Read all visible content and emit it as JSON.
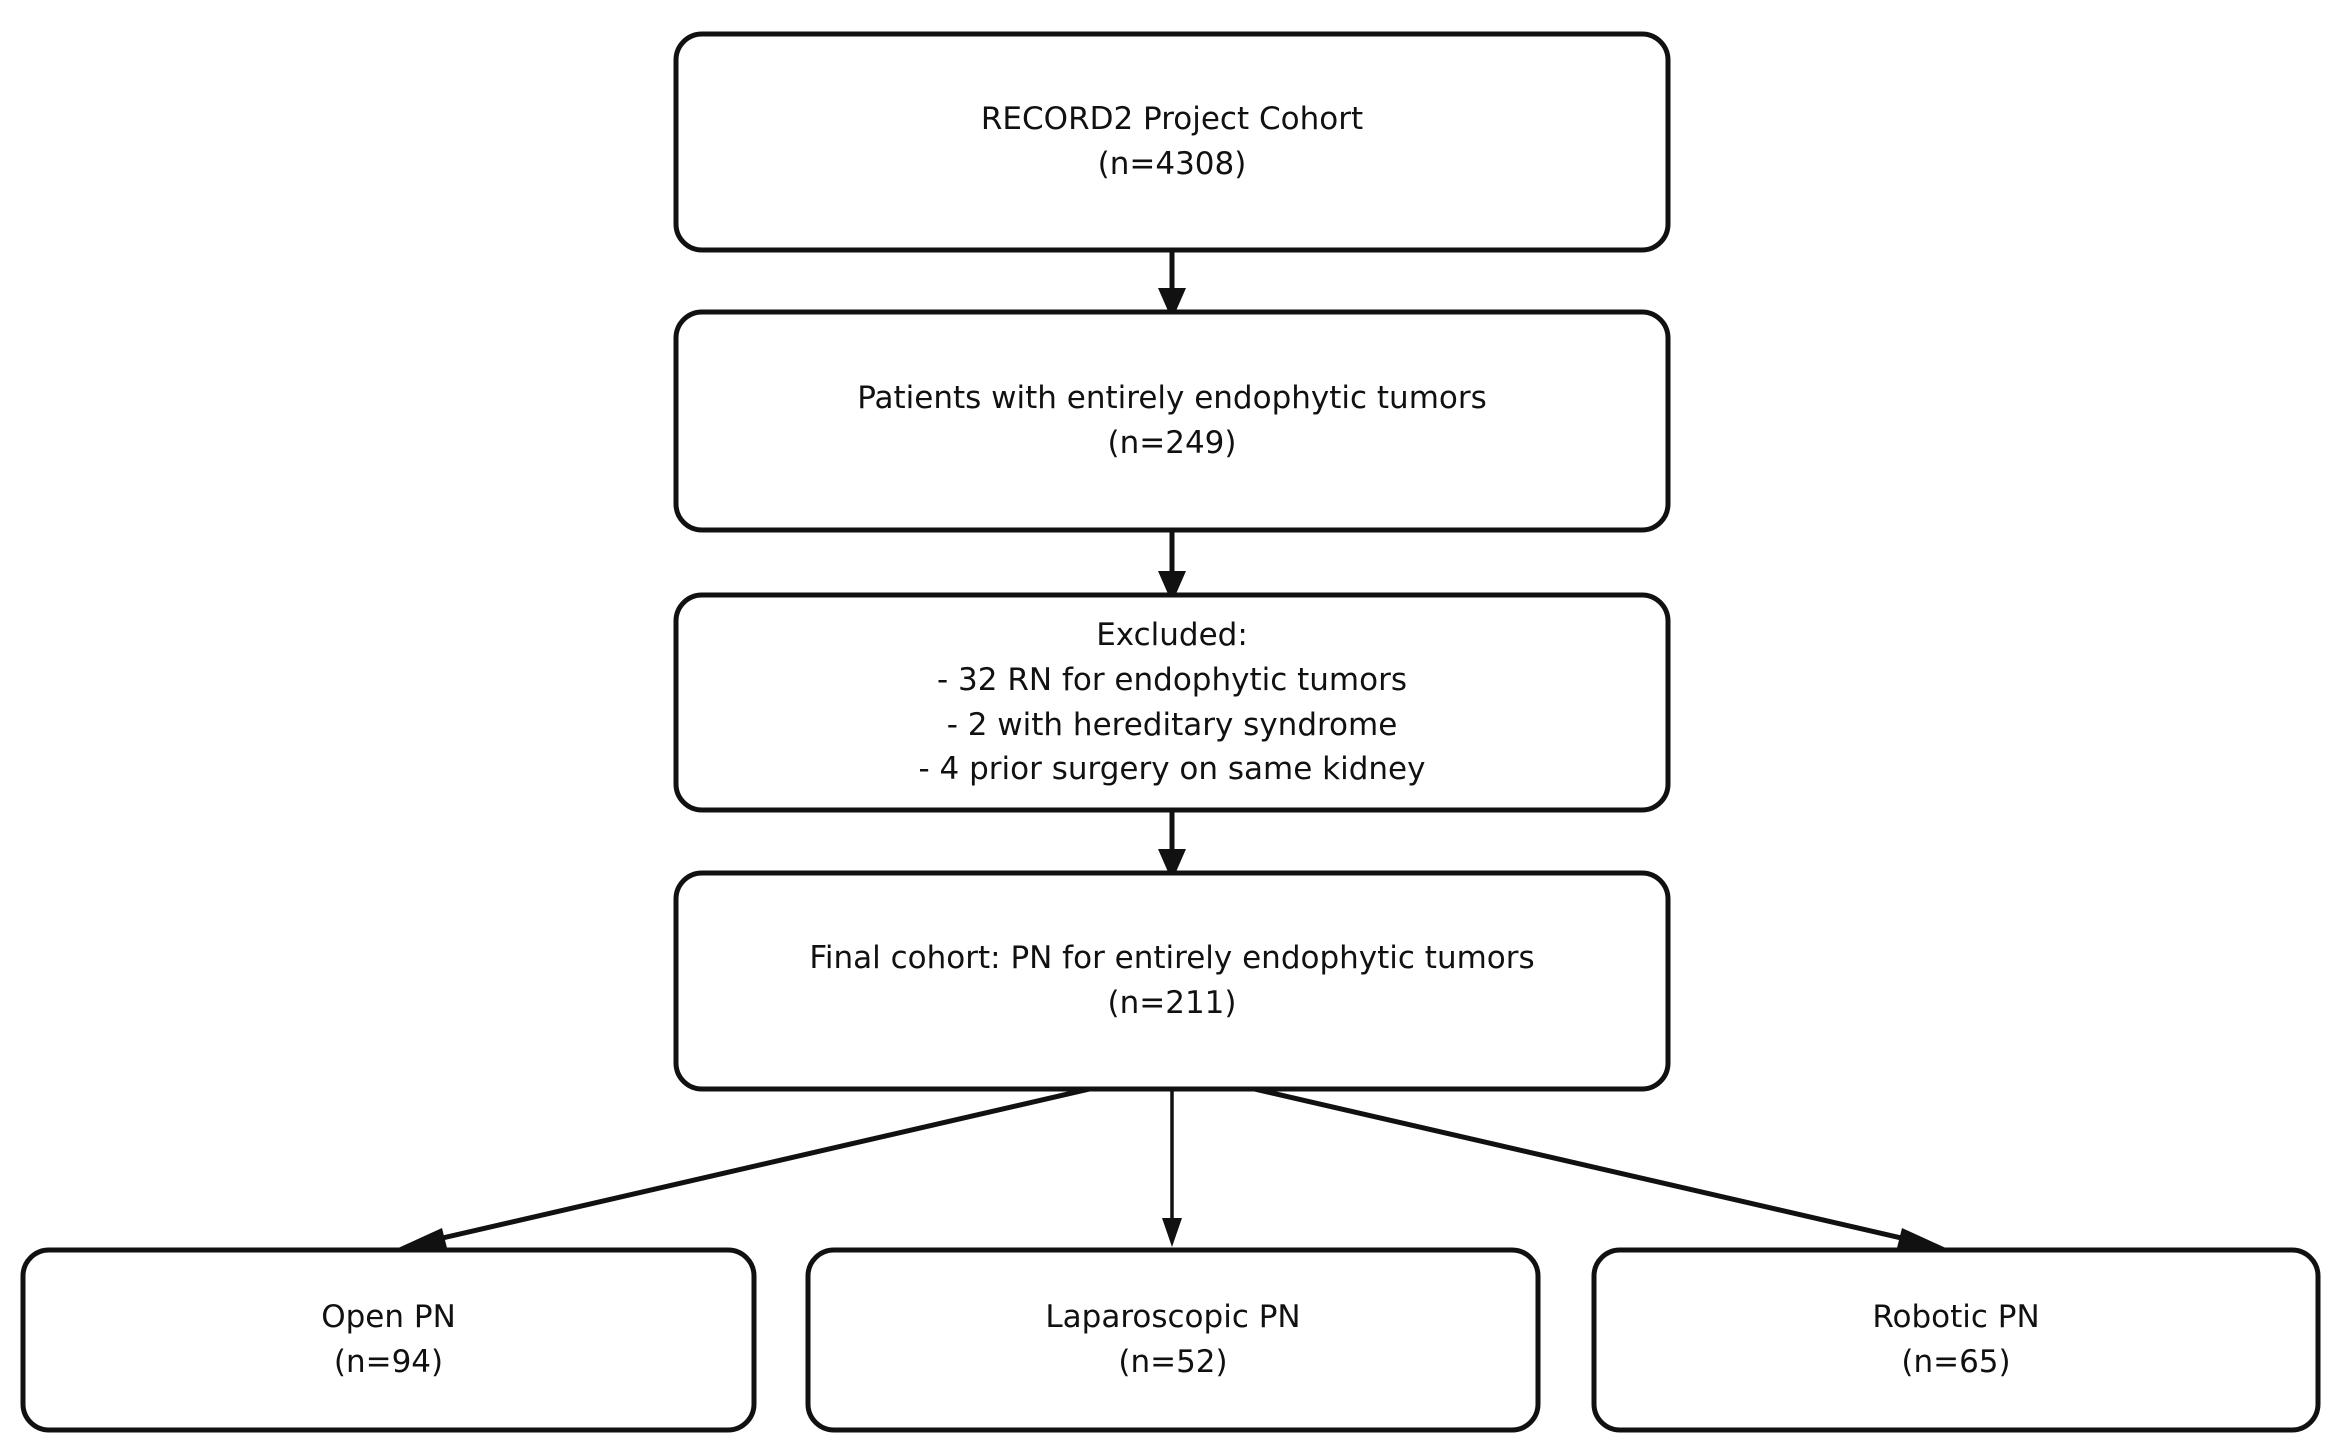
{
  "diagram": {
    "type": "study-flow-consort-diagram",
    "background_color": "#ffffff",
    "line_color": "#111111",
    "text_color": "#111111",
    "nodes": [
      {
        "id": "record2-cohort",
        "name": "record2-project-cohort-box",
        "lines": [
          "RECORD2 Project Cohort",
          "(n=4308)"
        ],
        "label": "RECORD2 Project Cohort",
        "count": "(n=4308)",
        "n": 4308
      },
      {
        "id": "endophytic-tumors",
        "name": "patients-entirely-endophytic-tumors-box",
        "lines": [
          "Patients with entirely endophytic tumors",
          "(n=249)"
        ],
        "label": "Patients with entirely endophytic tumors",
        "count": "(n=249)",
        "n": 249
      },
      {
        "id": "excluded",
        "name": "excluded-box",
        "lines": [
          "Excluded:",
          "- 32 RN for endophytic tumors",
          "- 2 with hereditary syndrome",
          "- 4 prior surgery on same kidney"
        ],
        "label": "Excluded:",
        "count": "",
        "exclusions": [
          {
            "reason": "RN for endophytic tumors",
            "n": 32,
            "text": "- 32 RN for endophytic tumors"
          },
          {
            "reason": "with hereditary syndrome",
            "n": 2,
            "text": "- 2 with hereditary syndrome"
          },
          {
            "reason": "prior surgery on same kidney",
            "n": 4,
            "text": "- 4 prior surgery on same kidney"
          }
        ]
      },
      {
        "id": "final-cohort",
        "name": "final-cohort-box",
        "lines": [
          "Final cohort: PN for entirely endophytic tumors",
          "(n=211)"
        ],
        "label": "Final cohort: PN for entirely endophytic tumors",
        "count": "(n=211)",
        "n": 211
      },
      {
        "id": "open-pn",
        "name": "open-pn-box",
        "lines": [
          "Open PN",
          "(n=94)"
        ],
        "label": "Open PN",
        "count": "(n=94)",
        "n": 94
      },
      {
        "id": "laparoscopic-pn",
        "name": "laparoscopic-pn-box",
        "lines": [
          "Laparoscopic PN",
          "(n=52)"
        ],
        "label": "Laparoscopic PN",
        "count": "(n=52)",
        "n": 52
      },
      {
        "id": "robotic-pn",
        "name": "robotic-pn-box",
        "lines": [
          "Robotic PN",
          "(n=65)"
        ],
        "label": "Robotic PN",
        "count": "(n=65)",
        "n": 65
      }
    ],
    "edges": [
      {
        "from": "record2-cohort",
        "to": "endophytic-tumors",
        "style": "arrow-down"
      },
      {
        "from": "endophytic-tumors",
        "to": "excluded",
        "style": "arrow-down"
      },
      {
        "from": "excluded",
        "to": "final-cohort",
        "style": "arrow-down"
      },
      {
        "from": "final-cohort",
        "to": "open-pn",
        "style": "arrow-diagonal-left"
      },
      {
        "from": "final-cohort",
        "to": "laparoscopic-pn",
        "style": "arrow-down"
      },
      {
        "from": "final-cohort",
        "to": "robotic-pn",
        "style": "arrow-diagonal-right"
      }
    ]
  }
}
